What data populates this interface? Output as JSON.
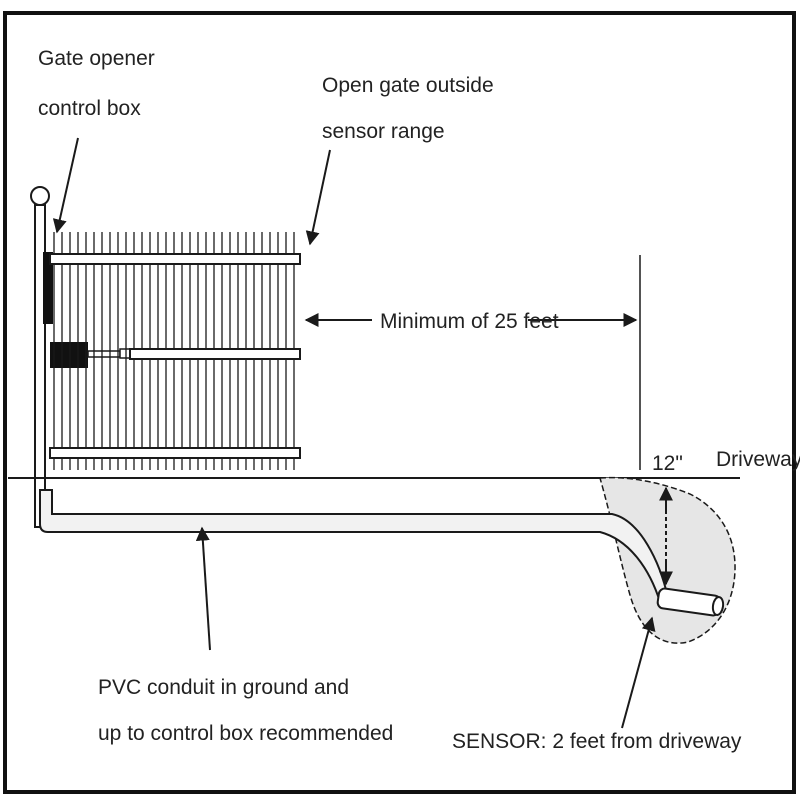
{
  "labels": {
    "control_box_line1": "Gate opener",
    "control_box_line2": "control box",
    "open_gate_line1": "Open gate outside",
    "open_gate_line2": "sensor range",
    "minimum_distance": "Minimum of 25 feet",
    "depth": "12\"",
    "driveway": "Driveway",
    "conduit_line1": "PVC conduit in ground and",
    "conduit_line2": "up to control box recommended",
    "sensor": "SENSOR: 2 feet from driveway"
  },
  "colors": {
    "line": "#1a1a1a",
    "border": "#111111",
    "conduit_fill": "#f2f2f2",
    "gravel": "#e6e6e6"
  }
}
